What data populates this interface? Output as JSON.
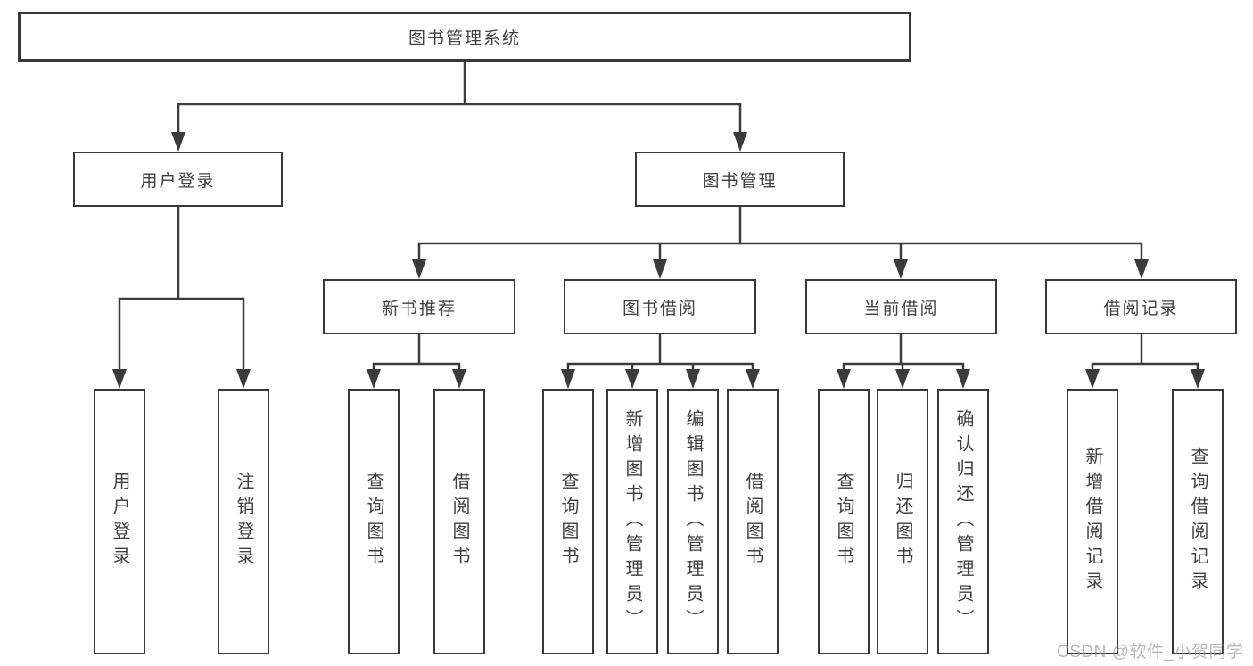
{
  "diagram": {
    "title_node": "图书管理系统",
    "root": {
      "label": "图书管理系统"
    },
    "branches": [
      {
        "label": "用户登录",
        "children": [
          {
            "label": "用户登录"
          },
          {
            "label": "注销登录"
          }
        ]
      },
      {
        "label": "图书管理",
        "children": [
          {
            "label": "新书推荐",
            "children": [
              {
                "label": "查询图书"
              },
              {
                "label": "借阅图书"
              }
            ]
          },
          {
            "label": "图书借阅",
            "children": [
              {
                "label": "查询图书"
              },
              {
                "label": "新增图书（管理员）"
              },
              {
                "label": "编辑图书（管理员）"
              },
              {
                "label": "借阅图书"
              }
            ]
          },
          {
            "label": "当前借阅",
            "children": [
              {
                "label": "查询图书"
              },
              {
                "label": "归还图书"
              },
              {
                "label": "确认归还（管理员）"
              }
            ]
          },
          {
            "label": "借阅记录",
            "children": [
              {
                "label": "新增借阅记录"
              },
              {
                "label": "查询借阅记录"
              }
            ]
          }
        ]
      }
    ]
  },
  "watermark": {
    "text": "CSDN @软件_小贺同学"
  },
  "colors": {
    "line": "#3b3b3b",
    "box_border": "#383838",
    "text": "#3f3f3f",
    "background": "#ffffff",
    "watermark_text": "#8c8c8c"
  }
}
